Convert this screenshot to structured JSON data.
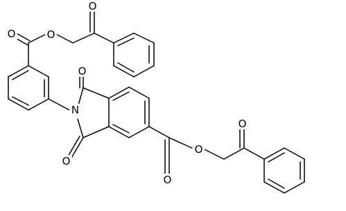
{
  "atoms": [
    {
      "symbol": "O"
    },
    {
      "symbol": "O"
    },
    {
      "symbol": "O"
    },
    {
      "symbol": "N"
    },
    {
      "symbol": "O"
    },
    {
      "symbol": "O"
    },
    {
      "symbol": "O"
    },
    {
      "symbol": "O"
    }
  ],
  "colors": {
    "bond": "#000000",
    "label": "#000000",
    "background": "#ffffff"
  }
}
